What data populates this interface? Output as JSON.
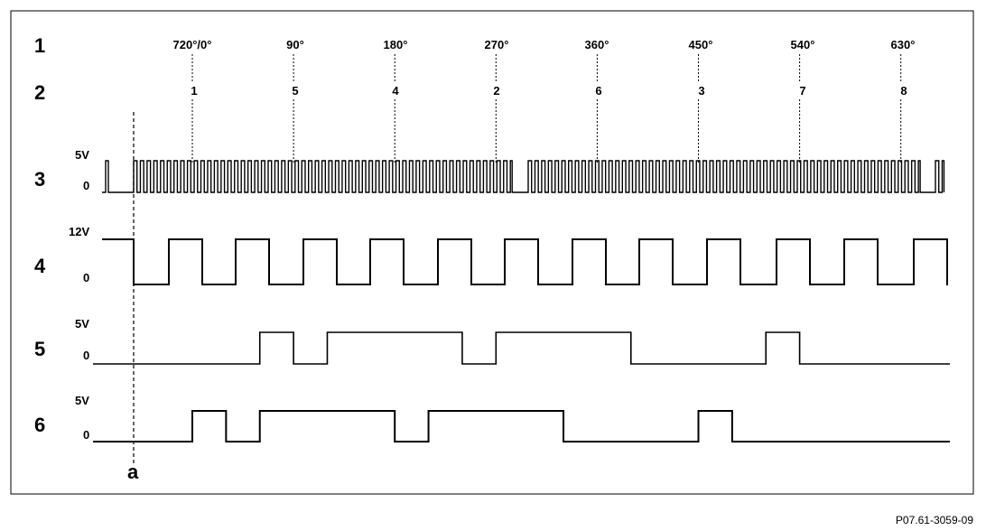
{
  "row_labels": [
    "1",
    "2",
    "3",
    "4",
    "5",
    "6"
  ],
  "crank_angles": [
    "720°/0°",
    "90°",
    "180°",
    "270°",
    "360°",
    "450°",
    "540°",
    "630°"
  ],
  "firing_order": [
    "1",
    "5",
    "4",
    "2",
    "6",
    "3",
    "7",
    "8"
  ],
  "levels": {
    "row3_high": "5V",
    "row3_low": "0",
    "row4_high": "12V",
    "row4_low": "0",
    "row5_high": "5V",
    "row5_low": "0",
    "row6_high": "5V",
    "row6_low": "0"
  },
  "marker": "a",
  "figure_ref": "P07.61-3059-09",
  "signals": {
    "crank_teeth_per_rev": 60,
    "crank_missing_teeth_gap_count": 2,
    "row4_high_fraction": 0.5,
    "row5_transitions_deg": [
      {
        "deg": 60,
        "level": 1
      },
      {
        "deg": 90,
        "level": 0
      },
      {
        "deg": 120,
        "level": 1
      },
      {
        "deg": 240,
        "level": 0
      },
      {
        "deg": 270,
        "level": 1
      },
      {
        "deg": 390,
        "level": 0
      },
      {
        "deg": 510,
        "level": 1
      },
      {
        "deg": 540,
        "level": 0
      }
    ],
    "row6_transitions_deg": [
      {
        "deg": 0,
        "level": 1
      },
      {
        "deg": 30,
        "level": 0
      },
      {
        "deg": 60,
        "level": 1
      },
      {
        "deg": 180,
        "level": 0
      },
      {
        "deg": 210,
        "level": 1
      },
      {
        "deg": 330,
        "level": 0
      },
      {
        "deg": 450,
        "level": 1
      },
      {
        "deg": 480,
        "level": 0
      }
    ]
  }
}
